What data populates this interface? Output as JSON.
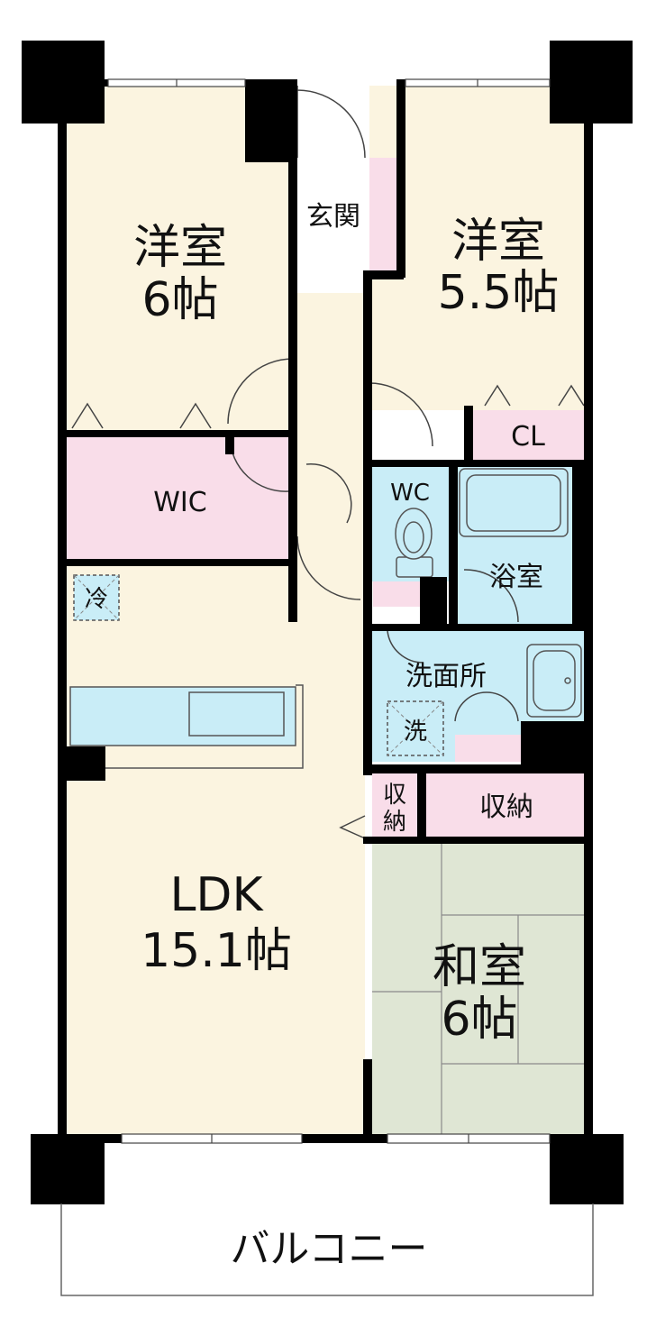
{
  "rooms": {
    "western_a": {
      "name": "洋室",
      "size": "6帖"
    },
    "western_b": {
      "name": "洋室",
      "size": "5.5帖"
    },
    "entrance": "玄関",
    "closet": "CL",
    "wic": "WIC",
    "wc": "WC",
    "bath": "浴室",
    "fridge": "冷",
    "washroom": "洗面所",
    "washer": "洗",
    "storage_small_1": "収",
    "storage_small_2": "納",
    "storage": "収納",
    "ldk": {
      "name": "LDK",
      "size": "15.1帖"
    },
    "japanese": {
      "name": "和室",
      "size": "6帖"
    },
    "balcony": "バルコニー"
  },
  "colors": {
    "floor": "#fbf4e0",
    "storage_pink": "#f9dde9",
    "wet_blue": "#c9edf7",
    "tatami": "#dfe6d4",
    "wall": "#000000"
  }
}
